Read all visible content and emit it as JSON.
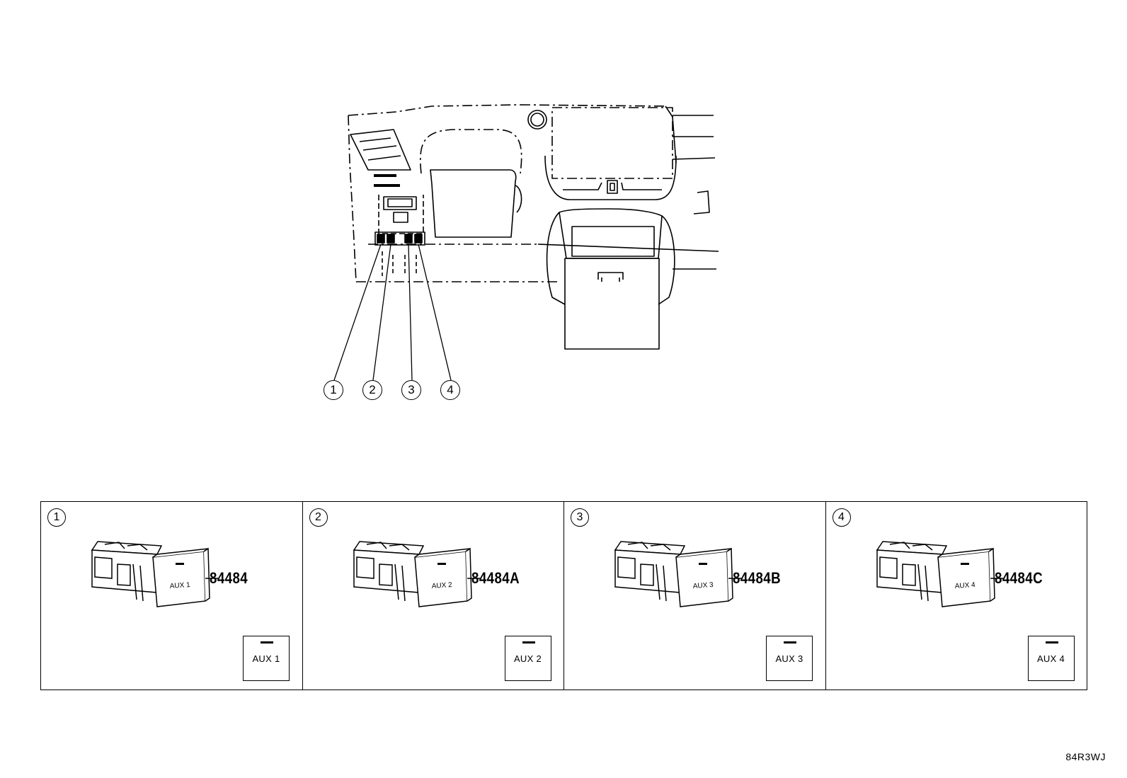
{
  "callouts": [
    "1",
    "2",
    "3",
    "4"
  ],
  "panels": [
    {
      "index": "1",
      "part_number": "84484",
      "switch_label": "AUX 1",
      "face_label": "AUX 1"
    },
    {
      "index": "2",
      "part_number": "84484A",
      "switch_label": "AUX 2",
      "face_label": "AUX 2"
    },
    {
      "index": "3",
      "part_number": "84484B",
      "switch_label": "AUX 3",
      "face_label": "AUX 3"
    },
    {
      "index": "4",
      "part_number": "84484C",
      "switch_label": "AUX 4",
      "face_label": "AUX 4"
    }
  ],
  "diagram_id": "84R3WJ"
}
